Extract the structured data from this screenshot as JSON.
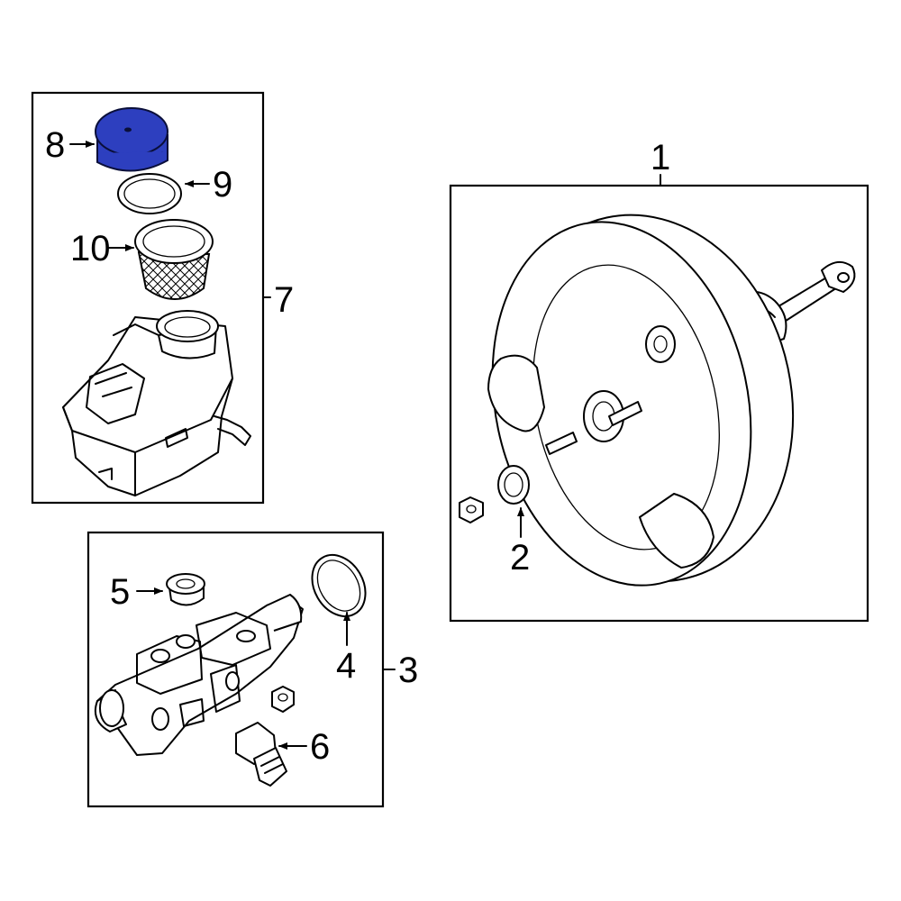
{
  "callouts": {
    "c1": "1",
    "c2": "2",
    "c3": "3",
    "c4": "4",
    "c5": "5",
    "c6": "6",
    "c7": "7",
    "c8": "8",
    "c9": "9",
    "c10": "10"
  },
  "highlighted_part": "8",
  "colors": {
    "highlight": "#2d3fbf",
    "line": "#000000",
    "background": "#ffffff"
  }
}
